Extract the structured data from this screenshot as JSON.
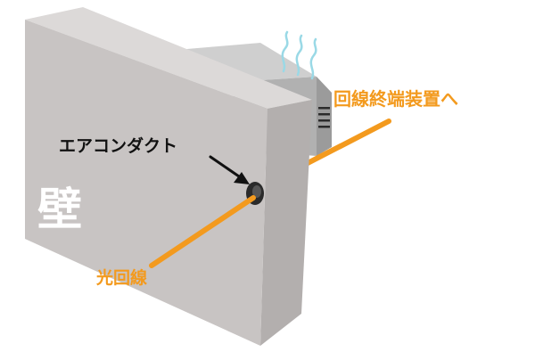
{
  "labels": {
    "wall": "壁",
    "air_conditioner_duct": "エアコンダクト",
    "optical_line": "光回線",
    "to_terminal_device": "回線終端装置へ"
  },
  "colors": {
    "cable": "#f39a1e",
    "label_orange": "#f39a1e",
    "wall_face": "#c8c4c3",
    "wall_side": "#b3afae",
    "wall_top": "#dcd9d8",
    "unit_body": "#b1b1b1",
    "unit_top": "#cfcfcf",
    "unit_side": "#9b9b9b",
    "wind": "#9ad9e6",
    "text_dark": "#111111",
    "text_white": "#ffffff"
  },
  "icons": {
    "wind": "wind-lines-icon",
    "vent": "vent-slots-icon",
    "arrow": "pointer-arrow-icon"
  }
}
